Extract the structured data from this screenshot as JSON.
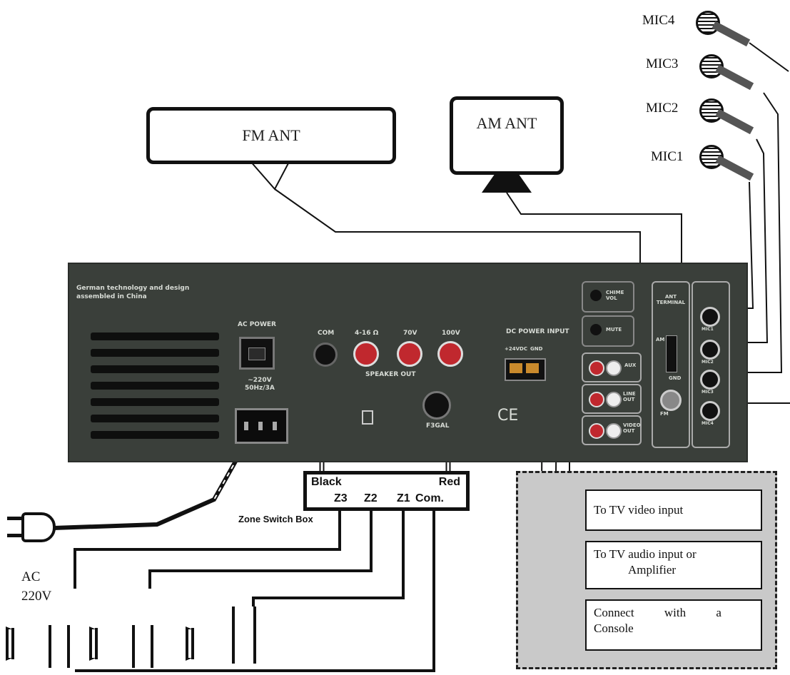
{
  "antennas": {
    "fm": "FM ANT",
    "am": "AM ANT"
  },
  "mics": [
    "MIC4",
    "MIC3",
    "MIC2",
    "MIC1"
  ],
  "panel": {
    "brand_line1": "German technology and design",
    "brand_line2": "assembled in China",
    "ac_power": "AC POWER",
    "voltage": "~220V",
    "fuse_rating": "50Hz/3A",
    "terminals": [
      "COM",
      "4-16 Ω",
      "70V",
      "100V"
    ],
    "speaker_out": "SPEAKER OUT",
    "dc_power_input": "DC POWER INPUT",
    "dc_plus": "+24VDC",
    "dc_gnd": "GND",
    "fuse": "F3GAL",
    "ce": "CE",
    "chime_vol": "CHIME VOL",
    "mute": "MUTE",
    "ant_terminal": "ANT TERMINAL",
    "am": "AM",
    "gnd": "GND",
    "fm": "FM",
    "aux": "AUX",
    "line": "LINE OUT",
    "video_out": "VIDEO OUT",
    "mic_jacks": [
      "MIC1",
      "MIC2",
      "MIC3",
      "MIC4"
    ]
  },
  "zone_box": {
    "black": "Black",
    "red": "Red",
    "z3": "Z3",
    "z2": "Z2",
    "z1": "Z1",
    "com": "Com.",
    "caption": "Zone Switch Box"
  },
  "ac": {
    "line1": "AC",
    "line2": "220V"
  },
  "outputs": {
    "tv_video": "To TV video input",
    "tv_audio_line1": "To TV audio input or",
    "tv_audio_line2": "Amplifier",
    "console_line1": "Connect with a",
    "console_line2": "Console"
  },
  "colors": {
    "panel": "#3a3f3a",
    "terminal_red": "#c0282e",
    "grey_zone": "#c9c9c9"
  }
}
